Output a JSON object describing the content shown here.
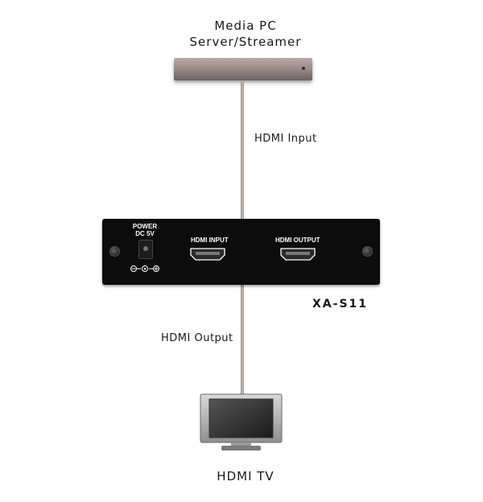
{
  "source": {
    "line1": "Media PC",
    "line2": "Server/Streamer"
  },
  "cables": {
    "input_label": "HDMI Input",
    "output_label": "HDMI Output"
  },
  "device": {
    "power_line1": "POWER",
    "power_line2": "DC 5V",
    "port_in_label": "HDMI INPUT",
    "port_out_label": "HDMI OUTPUT",
    "model": "XA-S11"
  },
  "sink": {
    "label": "HDMI TV"
  },
  "colors": {
    "device_body": "#0c0c0c",
    "cable": "#b4ab9f",
    "media_pc": "#9c8c8c"
  },
  "icons": [
    "media-pc-icon",
    "hdmi-port-icon",
    "power-jack-icon",
    "screw-icon",
    "tv-icon"
  ]
}
